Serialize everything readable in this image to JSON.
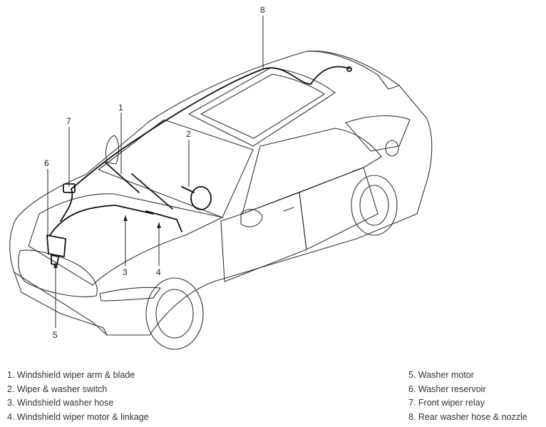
{
  "figure": {
    "callouts": [
      "1",
      "2",
      "3",
      "4",
      "5",
      "6",
      "7",
      "8"
    ]
  },
  "legend": {
    "left": [
      "1. Windshield wiper arm & blade",
      "2. Wiper & washer switch",
      "3. Windshield washer hose",
      "4. Windshield wiper motor & linkage"
    ],
    "right": [
      "5. Washer motor",
      "6. Washer reservoir",
      "7. Front wiper relay",
      "8. Rear washer hose & nozzle"
    ]
  }
}
